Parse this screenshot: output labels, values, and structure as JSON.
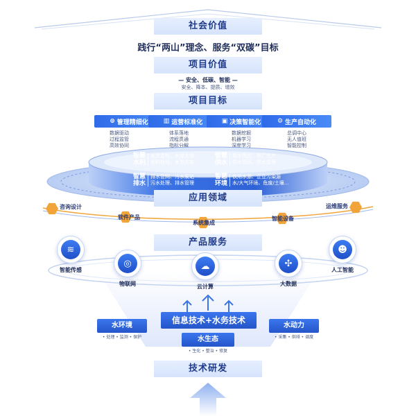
{
  "top": {
    "social_value": "社会价值",
    "slogan": "践行“两山”理念、服务“双碳”目标",
    "project_value": "项目价值",
    "project_value_line1": "— 安全、低碳、智能 —",
    "project_value_line2": "安全、降本、提质、增效",
    "project_goal": "项目目标"
  },
  "goals": [
    {
      "label": "管理精细化",
      "icon": "target-icon",
      "items": [
        "数据驱动",
        "过程监管",
        "高效协同"
      ]
    },
    {
      "label": "运营标准化",
      "icon": "chart-icon",
      "items": [
        "体系落地",
        "流程贯通",
        "指标分解"
      ]
    },
    {
      "label": "决策智能化",
      "icon": "monitor-icon",
      "items": [
        "数据挖掘",
        "机器学习",
        "深度学习"
      ]
    },
    {
      "label": "生产自动化",
      "icon": "gear-icon",
      "items": [
        "总调中心",
        "无人值班",
        "智能控制"
      ]
    }
  ],
  "apps": [
    {
      "tag": "智慧水利",
      "line1": "水文监控、水库大坝",
      "line2": "水利枢纽、水旱灾害"
    },
    {
      "tag": "智慧供水",
      "line1": "原水供应、水厂生产",
      "line2": "供水管网、供水管理"
    },
    {
      "tag": "智慧排水",
      "line1": "排水管网、污水泵站",
      "line2": "污水处理、排水管理"
    },
    {
      "tag": "智慧环境",
      "line1": "饮用水源、企业污染源",
      "line2": "水/大气环境、危废/土壤..."
    }
  ],
  "application_domain": "应用领域",
  "services": [
    "咨询设计",
    "软件产品",
    "系统集成",
    "智能设备",
    "运维服务"
  ],
  "product_service": "产品服务",
  "products": [
    {
      "label": "智能传感",
      "icon": "router-icon",
      "glyph": "≋"
    },
    {
      "label": "物联网",
      "icon": "globe-icon",
      "glyph": "◎"
    },
    {
      "label": "云计算",
      "icon": "cloud-icon",
      "glyph": "☁"
    },
    {
      "label": "大数据",
      "icon": "network-icon",
      "glyph": "✣"
    },
    {
      "label": "人工智能",
      "icon": "ai-head-icon",
      "glyph": "☻"
    }
  ],
  "core": "信息技术+水务技术",
  "pillars": [
    {
      "label": "水环境",
      "sub": "• 处理 • 监测 • 保护"
    },
    {
      "label": "水生态",
      "sub": "• 生化 • 整治 • 修复"
    },
    {
      "label": "水动力",
      "sub": "• 采集 • 供排 • 调度"
    }
  ],
  "tech_rd": "技术研发",
  "colors": {
    "accent": "#2f6be8",
    "orange": "#f0a43a",
    "header_bg": "#dfe9fb"
  }
}
